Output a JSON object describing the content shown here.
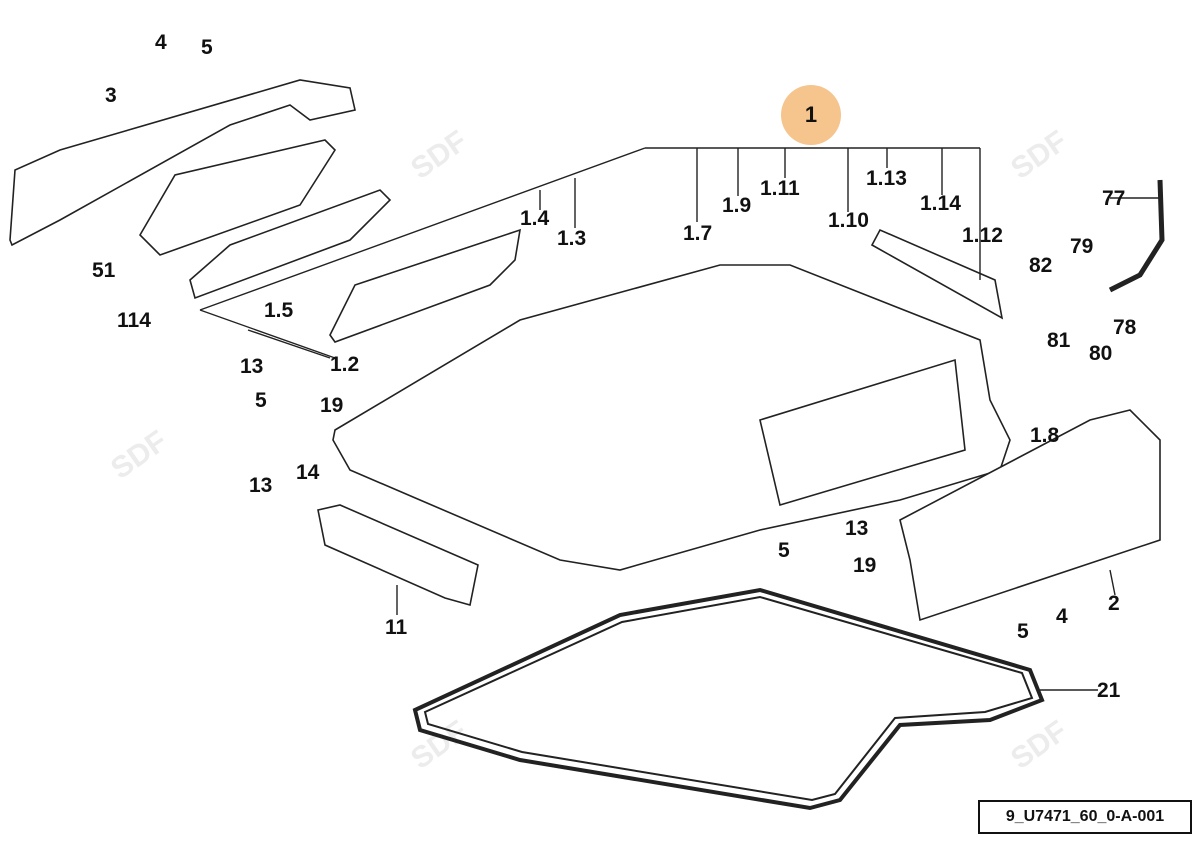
{
  "diagram": {
    "main_callout": "1",
    "drawing_code": "9_U7471_60_0-A-001",
    "watermark": "SDF",
    "highlight_color": "#f6c48d",
    "labels": [
      "3",
      "4",
      "5",
      "51",
      "114",
      "1.4",
      "1.3",
      "1.5",
      "1.2",
      "13",
      "5",
      "19",
      "1.7",
      "1.9",
      "1.11",
      "1.10",
      "1.13",
      "1.14",
      "1.12",
      "77",
      "79",
      "82",
      "81",
      "80",
      "78",
      "1.8",
      "13",
      "14",
      "11",
      "13",
      "5",
      "19",
      "2",
      "4",
      "5",
      "21"
    ]
  }
}
